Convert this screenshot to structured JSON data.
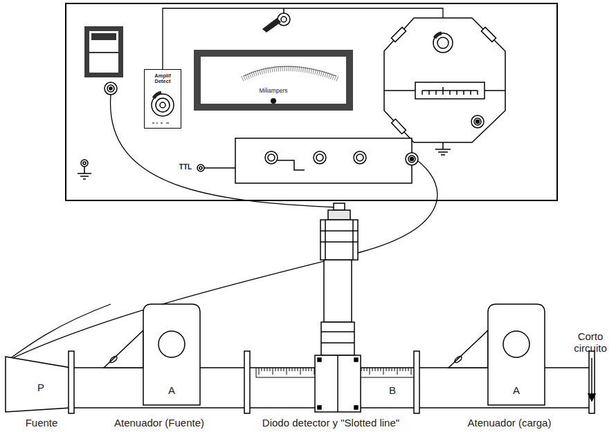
{
  "diagram": {
    "nodes": [
      {
        "text": [
          "Amplif Detect"
        ]
      },
      {
        "text": [
          "Miliampers"
        ]
      },
      {
        "text": [
          "P"
        ]
      },
      {
        "text": [
          "A"
        ]
      },
      {
        "text": [
          "A"
        ]
      }
    ],
    "labels": [
      "TTL",
      "B",
      "Fuente",
      "Atenuador (Fuente)",
      "Diodo detector y \"Slotted line\"",
      "Atenuador (carga)",
      "Corto circuito"
    ]
  }
}
